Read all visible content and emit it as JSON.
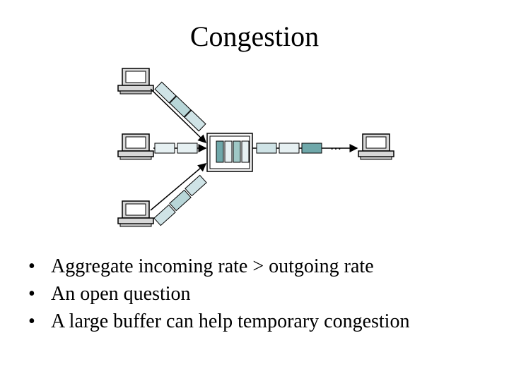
{
  "slide": {
    "title": "Congestion",
    "bullets": [
      "Aggregate incoming rate > outgoing rate",
      "An open question",
      "A large buffer can help temporary congestion"
    ]
  },
  "diagram": {
    "ellipsis": "…",
    "colors": {
      "outline": "#000000",
      "packet_light": "#e6f0f2",
      "packet_dark": "#6fa8aa",
      "packet_teal": "#9fc8c6",
      "computer_fill": "#d8d8d8",
      "screen_fill": "#ffffff"
    }
  }
}
